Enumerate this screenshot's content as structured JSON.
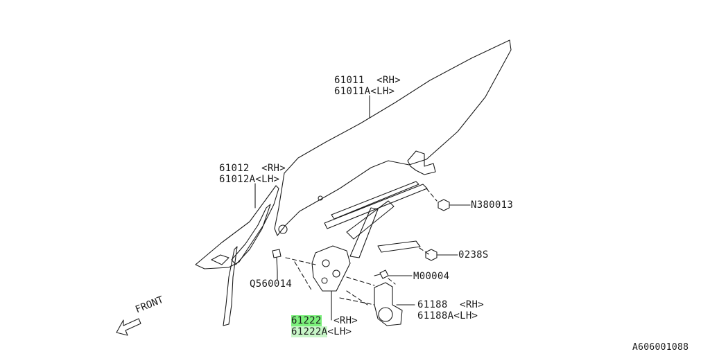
{
  "labels": {
    "glass_rh": "61011  <RH>",
    "glass_lh": "61011A<LH>",
    "partition_rh": "61012  <RH>",
    "partition_lh": "61012A<LH>",
    "nut_1": "N380013",
    "nut_2": "0238S",
    "bolt_1": "Q560014",
    "bolt_2": "M00004",
    "motor_rh": "61188  <RH>",
    "motor_lh": "61188A<LH>",
    "regulator_part": "61222",
    "regulator_rh_suffix": "  <RH>",
    "regulator_part_lh": "61222A",
    "regulator_lh_suffix": "<LH>",
    "front": "FRONT",
    "diagram_id": "A606001088"
  },
  "highlight_color": "#7cf07c"
}
